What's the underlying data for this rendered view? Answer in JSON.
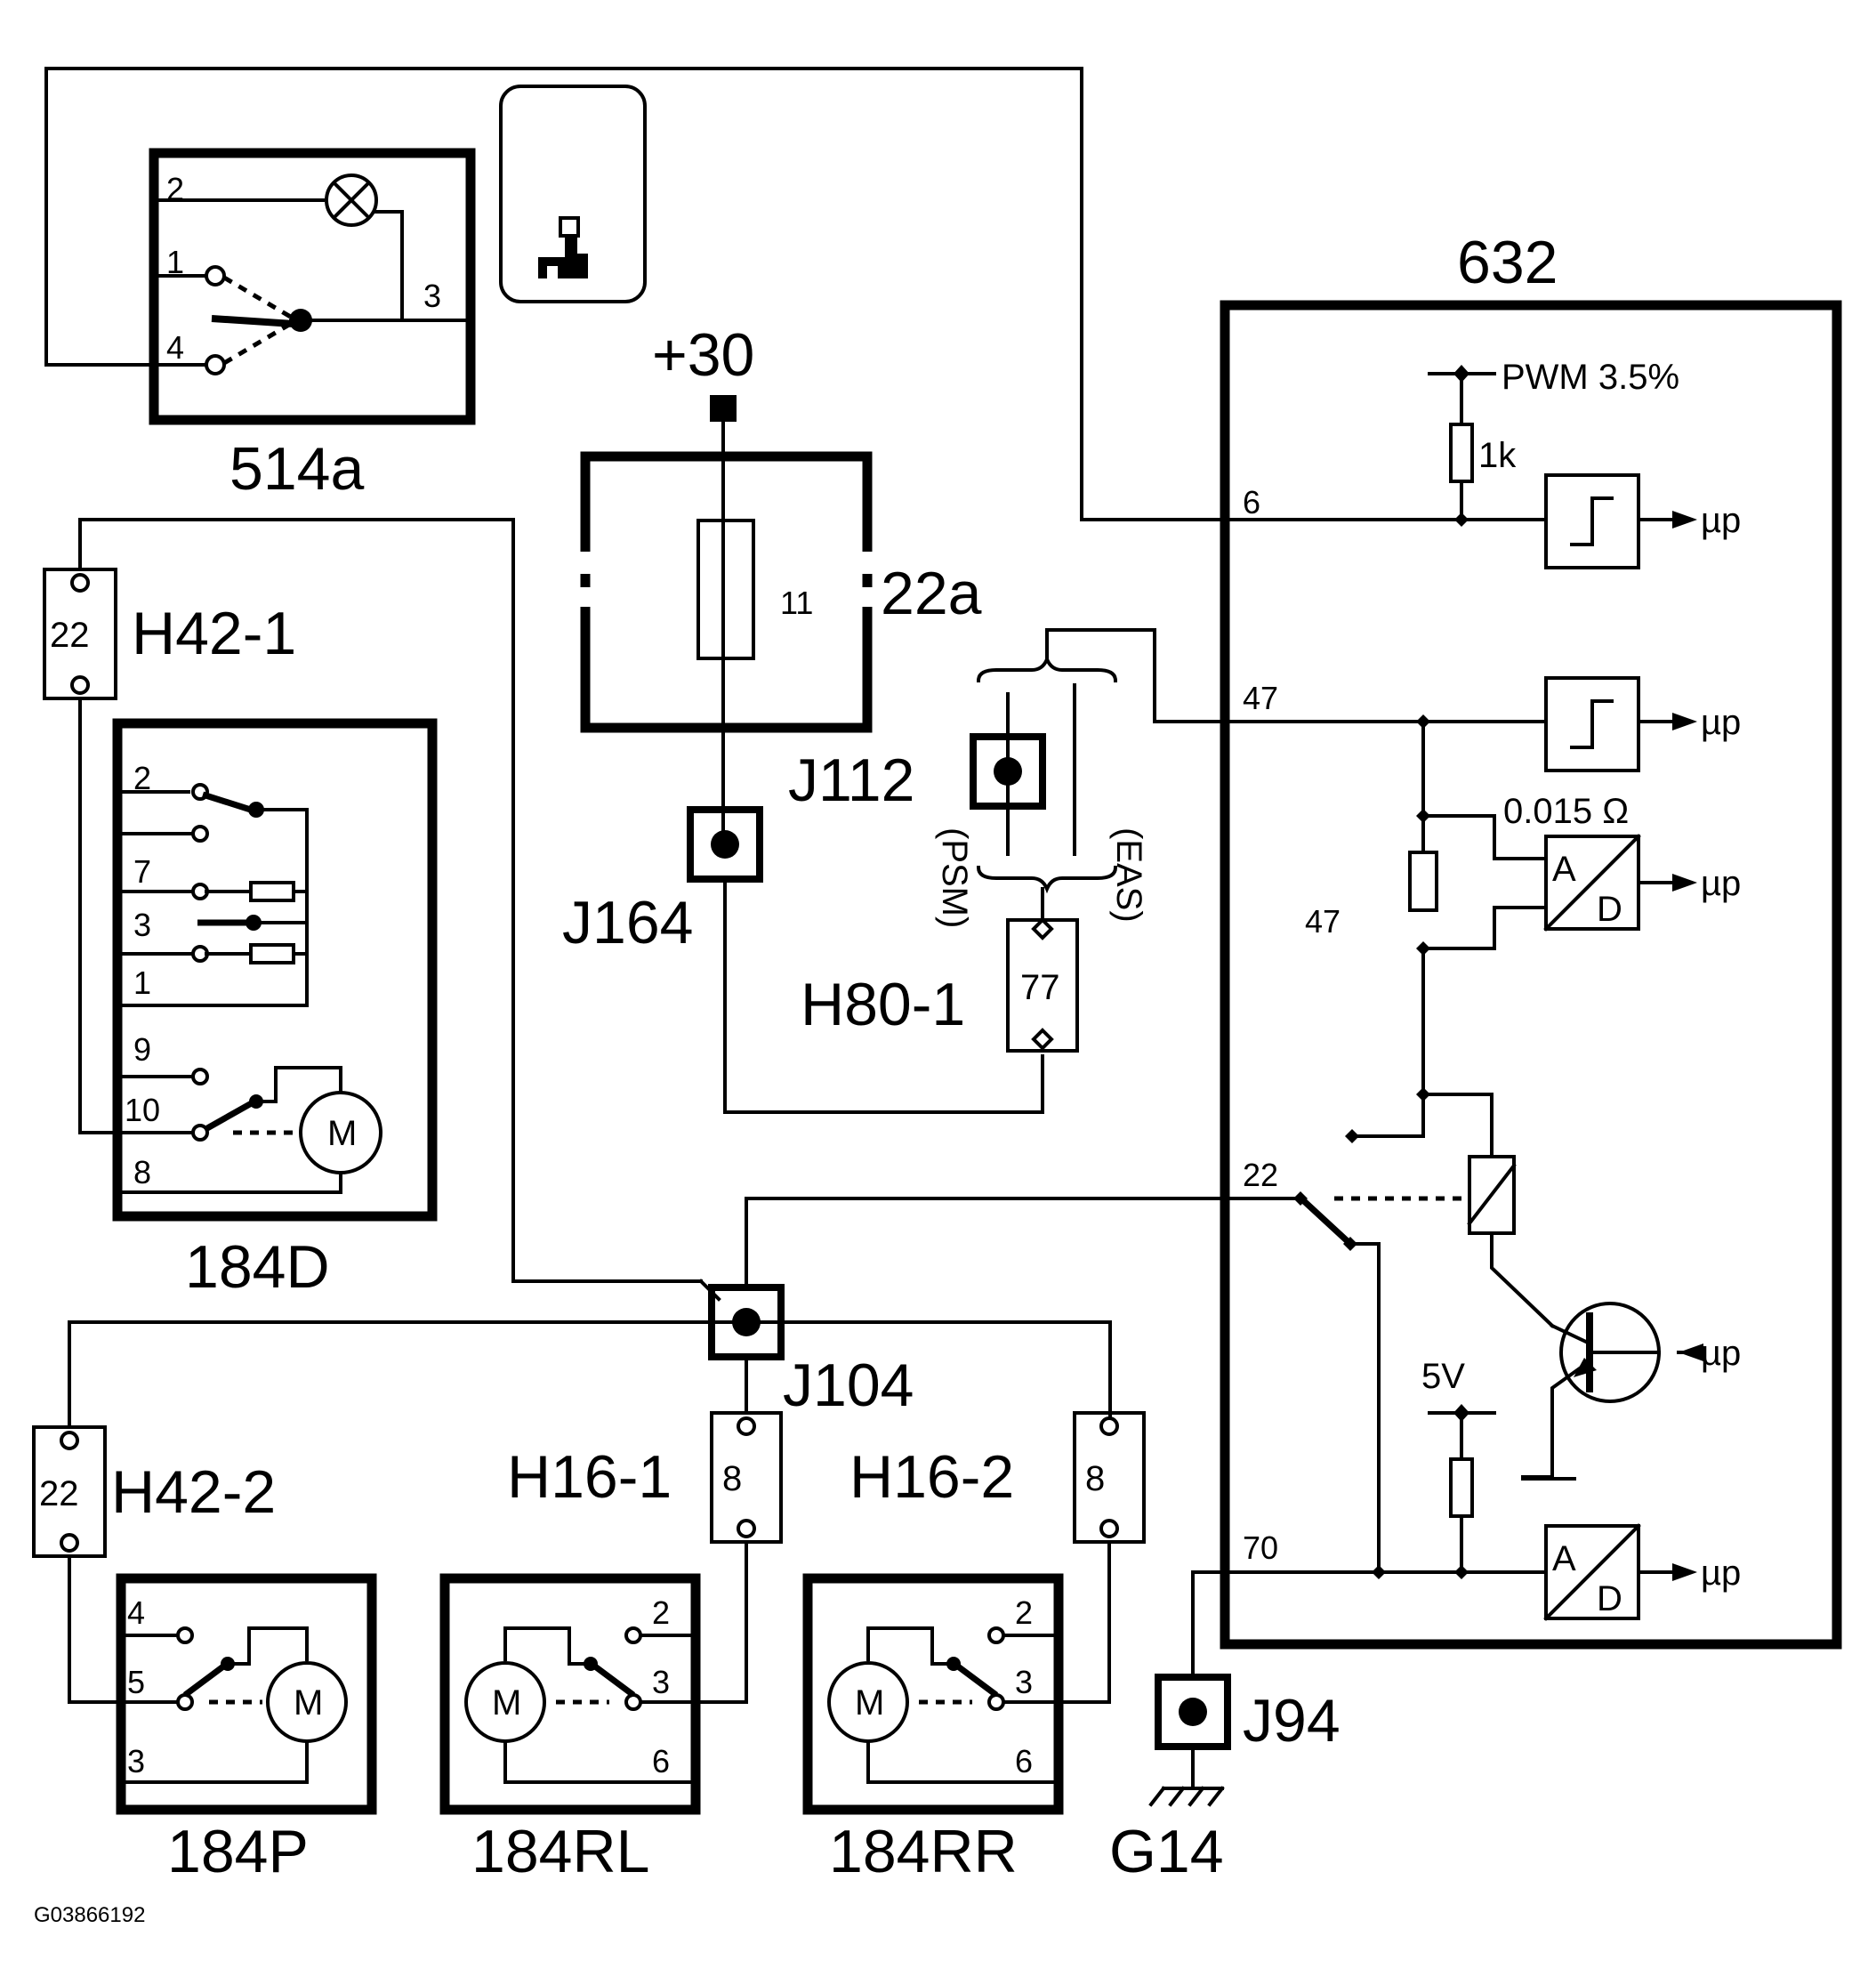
{
  "components": {
    "switch_514a": {
      "label": "514a",
      "pins": [
        "2",
        "1",
        "4",
        "3"
      ]
    },
    "module_632": {
      "label": "632",
      "pins": [
        "6",
        "47",
        "22",
        "70"
      ]
    },
    "fuse_box": {
      "label": "22a",
      "fuse": "11",
      "supply": "+30"
    },
    "door_184D": {
      "label": "184D",
      "pins": [
        "2",
        "7",
        "3",
        "1",
        "9",
        "10",
        "8"
      ]
    },
    "door_184P": {
      "label": "184P",
      "pins": [
        "4",
        "5",
        "3"
      ]
    },
    "door_184RL": {
      "label": "184RL",
      "pins": [
        "2",
        "3",
        "6"
      ]
    },
    "door_184RR": {
      "label": "184RR",
      "pins": [
        "2",
        "3",
        "6"
      ]
    }
  },
  "connectors": {
    "H42_1": {
      "label": "H42-1",
      "pin": "22"
    },
    "H42_2": {
      "label": "H42-2",
      "pin": "22"
    },
    "H80_1": {
      "label": "H80-1",
      "pin": "77"
    },
    "H16_1": {
      "label": "H16-1",
      "pin": "8"
    },
    "H16_2": {
      "label": "H16-2",
      "pin": "8"
    }
  },
  "junctions": {
    "J164": "J164",
    "J112": "J112",
    "J104": "J104",
    "J94": "J94",
    "G14": "G14"
  },
  "variants": {
    "psm": "(PSM)",
    "eas": "(EAS)"
  },
  "module_internal": {
    "pwm": "PWM 3.5%",
    "resistor_1k": "1k",
    "shunt": "0.015 Ω",
    "shunt_label": "47",
    "supply_5v": "5V",
    "adc_a": "A",
    "adc_d": "D",
    "mp": "µp"
  },
  "motor": "M",
  "figure_id": "G03866192"
}
